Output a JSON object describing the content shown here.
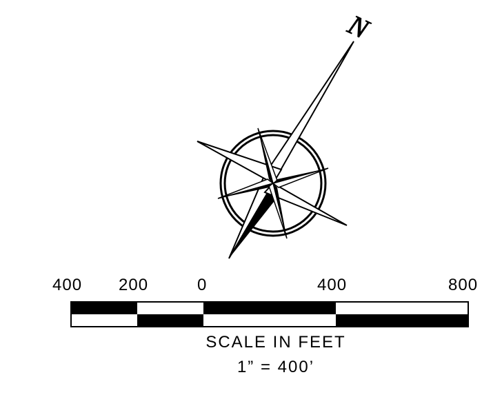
{
  "compass": {
    "north_letter": "N"
  },
  "scale": {
    "labels": [
      "400",
      "200",
      "0",
      "400",
      "800"
    ],
    "title": "SCALE IN FEET",
    "ratio": "1”  =  400’"
  },
  "colors": {
    "ink": "#000000",
    "paper": "#ffffff"
  }
}
